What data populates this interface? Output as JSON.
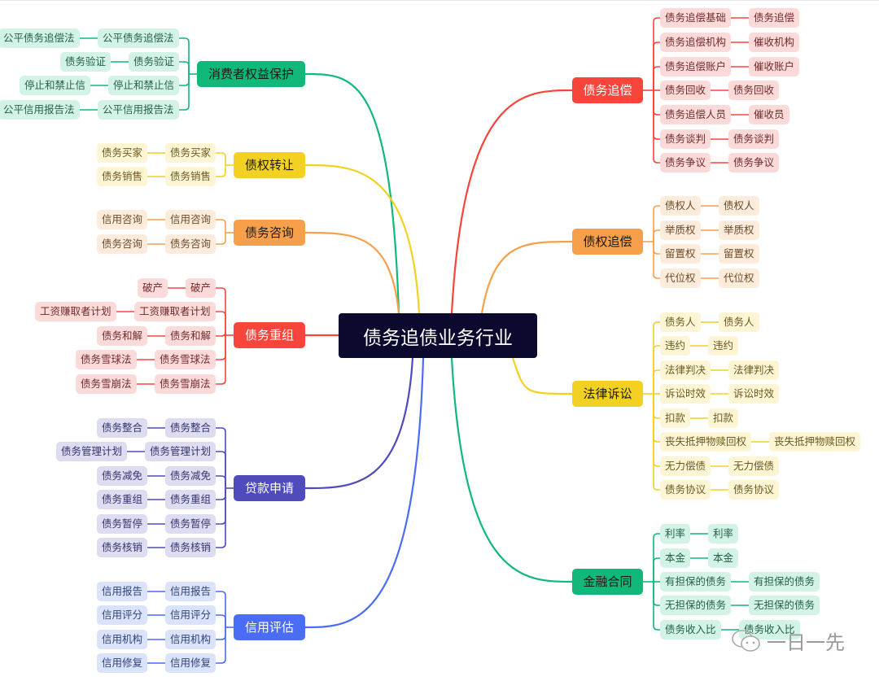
{
  "center": {
    "label": "债务追债业务行业"
  },
  "colors": {
    "center_bg": "#0b0a2e"
  },
  "branches": [
    {
      "id": "debt-recovery",
      "side": "right",
      "label": "债务追偿",
      "color": "#f8453b",
      "text": "#ffffff",
      "child_bg": "#fddada",
      "child_text": "#6e2b2b",
      "children": [
        [
          "债务追偿基础",
          "债务追偿"
        ],
        [
          "债务追偿机构",
          "催收机构"
        ],
        [
          "债务追偿账户",
          "催收账户"
        ],
        [
          "债务回收",
          "债务回收"
        ],
        [
          "债务追偿人员",
          "催收员"
        ],
        [
          "债务谈判",
          "债务谈判"
        ],
        [
          "债务争议",
          "债务争议"
        ]
      ]
    },
    {
      "id": "creditor-recovery",
      "side": "right",
      "label": "债权追偿",
      "color": "#f7a04b",
      "text": "#1a1a1a",
      "child_bg": "#fdecdc",
      "child_text": "#6b4a2a",
      "children": [
        [
          "债权人",
          "债权人"
        ],
        [
          "举质权",
          "举质权"
        ],
        [
          "留置权",
          "留置权"
        ],
        [
          "代位权",
          "代位权"
        ]
      ]
    },
    {
      "id": "litigation",
      "side": "right",
      "label": "法律诉讼",
      "color": "#f2d122",
      "text": "#1a1a1a",
      "child_bg": "#fdf5d4",
      "child_text": "#6b5a20",
      "children": [
        [
          "债务人",
          "债务人"
        ],
        [
          "违约",
          "违约"
        ],
        [
          "法律判决",
          "法律判决"
        ],
        [
          "诉讼时效",
          "诉讼时效"
        ],
        [
          "扣款",
          "扣款"
        ],
        [
          "丧失抵押物赎回权",
          "丧失抵押物赎回权"
        ],
        [
          "无力偿债",
          "无力偿债"
        ],
        [
          "债务协议",
          "债务协议"
        ]
      ]
    },
    {
      "id": "financial-contract",
      "side": "right",
      "label": "金融合同",
      "color": "#10b97a",
      "text": "#1a1a1a",
      "child_bg": "#d3f3e6",
      "child_text": "#24604a",
      "children": [
        [
          "利率",
          "利率"
        ],
        [
          "本金",
          "本金"
        ],
        [
          "有担保的债务",
          "有担保的债务"
        ],
        [
          "无担保的债务",
          "无担保的债务"
        ],
        [
          "债务收入比",
          "债务收入比"
        ]
      ]
    },
    {
      "id": "consumer-protection",
      "side": "left",
      "label": "消费者权益保护",
      "color": "#10b97a",
      "text": "#1a1a1a",
      "child_bg": "#d3f3e6",
      "child_text": "#24604a",
      "children": [
        [
          "公平债务追偿法",
          "公平债务追偿法"
        ],
        [
          "债务验证",
          "债务验证"
        ],
        [
          "停止和禁止信",
          "停止和禁止信"
        ],
        [
          "公平信用报告法",
          "公平信用报告法"
        ]
      ]
    },
    {
      "id": "debt-transfer",
      "side": "left",
      "label": "债权转让",
      "color": "#f2d122",
      "text": "#1a1a1a",
      "child_bg": "#fdf5d4",
      "child_text": "#6b5a20",
      "children": [
        [
          "债务买家",
          "债务买家"
        ],
        [
          "债务销售",
          "债务销售"
        ]
      ]
    },
    {
      "id": "debt-consulting",
      "side": "left",
      "label": "债务咨询",
      "color": "#f7a04b",
      "text": "#1a1a1a",
      "child_bg": "#fdecdc",
      "child_text": "#6b4a2a",
      "children": [
        [
          "信用咨询",
          "信用咨询"
        ],
        [
          "债务咨询",
          "债务咨询"
        ]
      ]
    },
    {
      "id": "debt-restructuring",
      "side": "left",
      "label": "债务重组",
      "color": "#f8453b",
      "text": "#ffffff",
      "child_bg": "#fddada",
      "child_text": "#6e2b2b",
      "children": [
        [
          "破产",
          "破产"
        ],
        [
          "工资赚取者计划",
          "工资赚取者计划"
        ],
        [
          "债务和解",
          "债务和解"
        ],
        [
          "债务雪球法",
          "债务雪球法"
        ],
        [
          "债务雪崩法",
          "债务雪崩法"
        ]
      ]
    },
    {
      "id": "loan-application",
      "side": "left",
      "label": "贷款申请",
      "color": "#4f4bbd",
      "text": "#ffffff",
      "child_bg": "#dddcf1",
      "child_text": "#35336e",
      "children": [
        [
          "债务整合",
          "债务整合"
        ],
        [
          "债务管理计划",
          "债务管理计划"
        ],
        [
          "债务减免",
          "债务减免"
        ],
        [
          "债务重组",
          "债务重组"
        ],
        [
          "债务暂停",
          "债务暂停"
        ],
        [
          "债务核销",
          "债务核销"
        ]
      ]
    },
    {
      "id": "credit-assessment",
      "side": "left",
      "label": "信用评估",
      "color": "#4a6cf7",
      "text": "#ffffff",
      "child_bg": "#dae2fc",
      "child_text": "#2f4378",
      "children": [
        [
          "信用报告",
          "信用报告"
        ],
        [
          "信用评分",
          "信用评分"
        ],
        [
          "信用机构",
          "信用机构"
        ],
        [
          "信用修复",
          "信用修复"
        ]
      ]
    }
  ],
  "watermark": {
    "label": "一日一先",
    "icon": "wechat-icon"
  }
}
